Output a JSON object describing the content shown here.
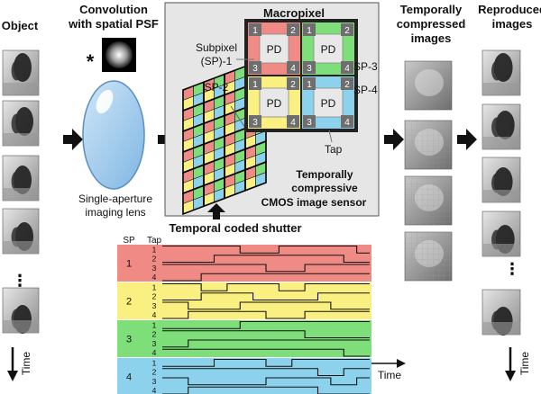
{
  "columns": {
    "object": "Object",
    "convolution": [
      "Convolution",
      "with spatial PSF"
    ],
    "temporally_compressed": [
      "Temporally",
      "compressed",
      "images"
    ],
    "reproduced": [
      "Reproduced",
      "images"
    ]
  },
  "lens": {
    "label": [
      "Single-aperture",
      "imaging lens"
    ],
    "operator": "*"
  },
  "sensor": {
    "macropixel_title": "Macropixel",
    "subpixel_label": [
      "Subpixel",
      "(SP)-1"
    ],
    "sp_labels": [
      "SP-2",
      "SP-3",
      "SP-4"
    ],
    "pd_label": "PD",
    "tap_numbers": [
      "1",
      "2",
      "3",
      "4"
    ],
    "tap_label": "Tap",
    "caption": [
      "Temporally",
      "compressive",
      "CMOS image sensor"
    ]
  },
  "shutter": {
    "title": "Temporal coded shutter",
    "col_sp": "SP",
    "col_tap": "Tap",
    "groups": [
      {
        "sp": "1",
        "color": "#f08a84"
      },
      {
        "sp": "2",
        "color": "#faf082"
      },
      {
        "sp": "3",
        "color": "#7ede7a"
      },
      {
        "sp": "4",
        "color": "#8cd2ec"
      }
    ],
    "tap_numbers": [
      "1",
      "2",
      "3",
      "4"
    ],
    "time_label": "Time",
    "patterns": [
      [
        1,
        1,
        1,
        1,
        1,
        1,
        0,
        0,
        0,
        1,
        1,
        1,
        1,
        1,
        1,
        0
      ],
      [
        0,
        0,
        0,
        0,
        1,
        1,
        1,
        1,
        1,
        1,
        1,
        1,
        1,
        1,
        0,
        0
      ],
      [
        1,
        1,
        1,
        1,
        1,
        1,
        1,
        1,
        0,
        0,
        0,
        1,
        1,
        1,
        1,
        1
      ],
      [
        0,
        0,
        0,
        1,
        1,
        1,
        1,
        1,
        1,
        1,
        1,
        1,
        1,
        1,
        1,
        1
      ],
      [
        1,
        1,
        1,
        0,
        0,
        1,
        1,
        1,
        1,
        0,
        0,
        1,
        1,
        1,
        1,
        1
      ],
      [
        0,
        0,
        0,
        1,
        1,
        1,
        1,
        0,
        0,
        0,
        0,
        0,
        1,
        1,
        1,
        1
      ],
      [
        1,
        1,
        0,
        0,
        0,
        0,
        1,
        1,
        1,
        1,
        1,
        1,
        1,
        0,
        0,
        0
      ],
      [
        0,
        0,
        1,
        1,
        1,
        1,
        1,
        1,
        0,
        0,
        0,
        1,
        1,
        1,
        1,
        1
      ],
      [
        0,
        0,
        0,
        0,
        0,
        0,
        1,
        1,
        1,
        1,
        1,
        1,
        1,
        1,
        1,
        1
      ],
      [
        1,
        1,
        1,
        1,
        1,
        1,
        1,
        1,
        1,
        1,
        1,
        0,
        0,
        0,
        0,
        0
      ],
      [
        0,
        0,
        1,
        1,
        1,
        1,
        1,
        1,
        1,
        1,
        1,
        1,
        1,
        1,
        1,
        1
      ],
      [
        1,
        1,
        1,
        1,
        1,
        1,
        1,
        1,
        1,
        1,
        1,
        1,
        1,
        1,
        0,
        0
      ],
      [
        0,
        0,
        0,
        0,
        1,
        1,
        1,
        1,
        0,
        0,
        1,
        1,
        1,
        1,
        1,
        1
      ],
      [
        1,
        1,
        1,
        1,
        1,
        1,
        1,
        1,
        1,
        1,
        1,
        1,
        0,
        0,
        1,
        1
      ],
      [
        1,
        1,
        0,
        0,
        0,
        0,
        0,
        0,
        1,
        1,
        1,
        1,
        1,
        0,
        0,
        1
      ],
      [
        0,
        0,
        1,
        1,
        1,
        1,
        1,
        1,
        1,
        1,
        1,
        1,
        0,
        0,
        0,
        0
      ]
    ]
  },
  "object_ellipsis": "⋮",
  "time_label": "Time",
  "colors": {
    "red": "#f08a84",
    "yellow": "#faf082",
    "green": "#7ede7a",
    "blue": "#8cd2ec",
    "lens": "#a8d0ee",
    "sensor_frame": "#2a2a2a"
  }
}
